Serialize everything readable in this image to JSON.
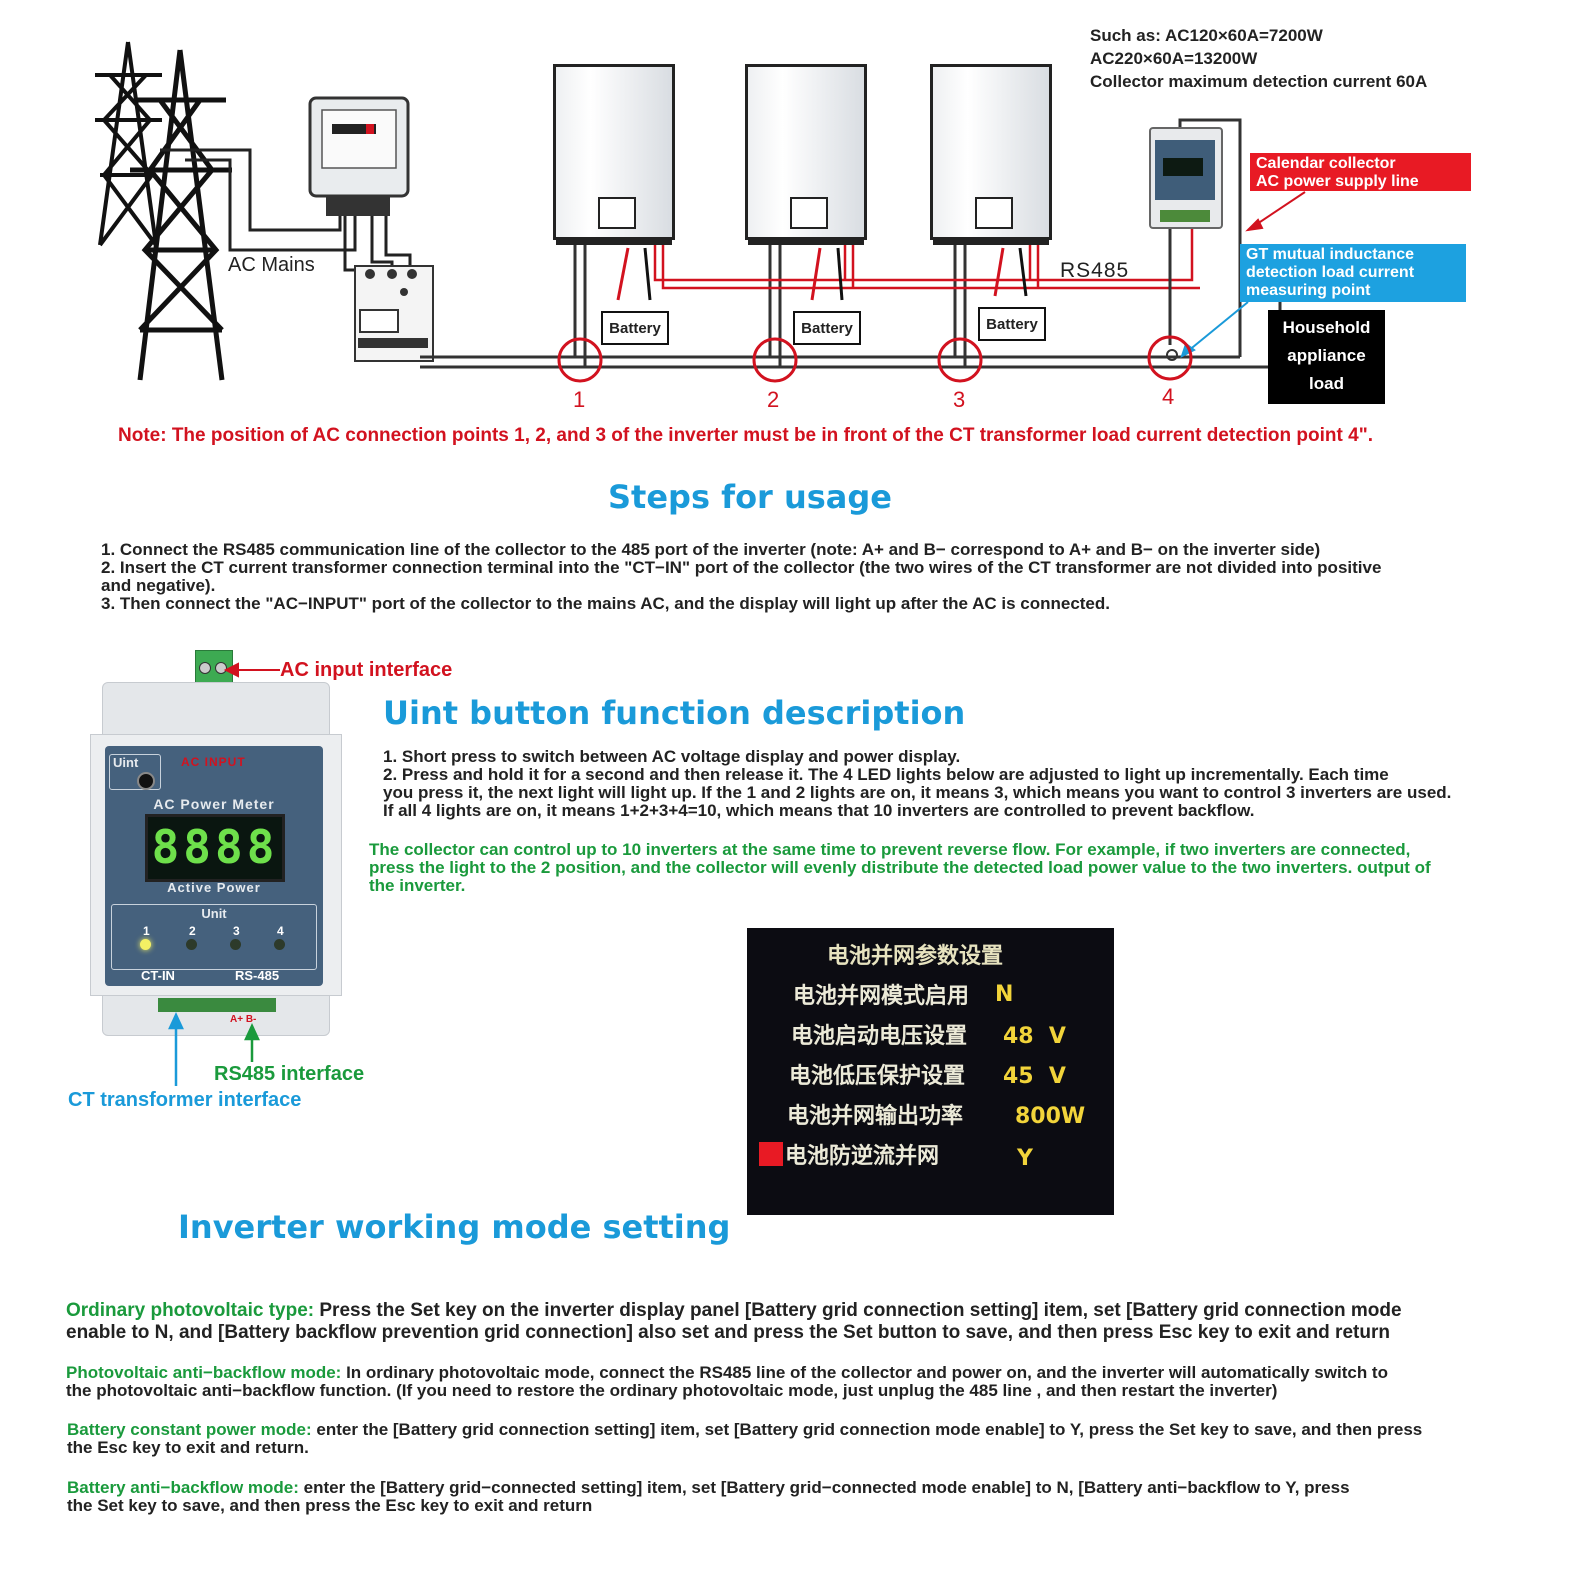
{
  "diagram": {
    "spec_lines": [
      "Such as: AC120×60A=7200W",
      "AC220×60A=13200W",
      "Collector maximum detection current 60A"
    ],
    "ac_mains": "AC Mains",
    "rs485_label": "RS485",
    "battery_label": "Battery",
    "points": [
      "1",
      "2",
      "3",
      "4"
    ],
    "red_box": [
      "Calendar collector",
      "AC power supply line"
    ],
    "blue_box": [
      "GT mutual inductance",
      "detection load current",
      "measuring point"
    ],
    "black_box": [
      "Household",
      "appliance",
      "load"
    ],
    "note": "Note: The position of AC connection points 1, 2, and 3 of the inverter must be in front of the CT transformer load current detection point 4\".",
    "colors": {
      "red": "#d2121f",
      "blue": "#1a9ad9",
      "green": "#1a9a3c",
      "black": "#000000"
    }
  },
  "steps": {
    "title": "Steps for usage",
    "items": [
      "1. Connect the RS485 communication line of the collector to the 485 port of the inverter (note: A+ and B− correspond to A+ and B− on the inverter side)",
      "2. Insert the CT current transformer connection terminal into the \"CT−IN\" port of the collector (the two wires of the CT transformer are not divided into positive",
      "and negative).",
      "3. Then connect the \"AC−INPUT\" port of the collector to the mains AC, and the display will light up after the AC is connected."
    ]
  },
  "device": {
    "ac_input_interface": "AC input interface",
    "rs485_interface": "RS485 interface",
    "ct_interface": "CT transformer interface",
    "panel_uint": "Uint",
    "panel_ac_input": "AC INPUT",
    "panel_title": "AC Power Meter",
    "display": "8888",
    "active_power": "Active Power",
    "unit": "Unit",
    "leds": [
      "1",
      "2",
      "3",
      "4"
    ],
    "ct_in": "CT-IN",
    "rs_485": "RS-485",
    "terminals": "A+ B-"
  },
  "uint_section": {
    "title": "Uint button function description",
    "lines": [
      "1. Short press to switch between AC voltage display and power display.",
      "2. Press and hold it for a second and then release it. The 4 LED lights below are adjusted to light up incrementally. Each time",
      "you press it, the next light will light up. If the 1 and 2 lights are on, it means 3, which means you want to control 3 inverters are used.",
      "If all 4 lights are on, it means 1+2+3+4=10, which means that 10 inverters are controlled to prevent backflow."
    ],
    "green_lines": [
      "The collector can control up to 10 inverters at the same time to prevent reverse flow. For example, if two inverters are connected,",
      "press the light to the 2 position, and the collector will evenly distribute the detected load power value to the two inverters. output of",
      "the inverter."
    ]
  },
  "lcd": {
    "title": "电池并网参数设置",
    "rows": [
      {
        "label": "电池并网模式启用",
        "value": "N"
      },
      {
        "label": "电池启动电压设置",
        "value": "48  V"
      },
      {
        "label": "电池低压保护设置",
        "value": "45  V"
      },
      {
        "label": "电池并网输出功率",
        "value": "800W"
      },
      {
        "label": "电池防逆流并网",
        "value": "Y"
      }
    ]
  },
  "modes": {
    "title": "Inverter working mode setting",
    "items": [
      {
        "label": "Ordinary photovoltaic type:",
        "text1": " Press the Set key on the inverter display panel [Battery grid connection setting] item, set [Battery grid connection mode",
        "text2": "enable to N, and [Battery backflow prevention grid connection] also set and press the Set button to save, and then press Esc key to exit and return"
      },
      {
        "label": "Photovoltaic anti−backflow mode:",
        "text1": " In ordinary photovoltaic mode, connect the RS485 line of the collector and power on, and the inverter will automatically switch to",
        "text2": "the photovoltaic anti−backflow function. (If you need to restore the ordinary photovoltaic mode, just unplug the 485 line , and then restart the inverter)"
      },
      {
        "label": "Battery constant power mode:",
        "text1": " enter the [Battery grid connection setting] item, set [Battery grid connection mode enable] to Y, press the Set key to save, and then press",
        "text2": "the Esc key to exit and return."
      },
      {
        "label": "Battery anti−backflow mode:",
        "text1": " enter the [Battery grid−connected setting] item, set [Battery grid−connected mode enable] to N, [Battery anti−backflow to Y, press",
        "text2": "the Set key to save, and then press the Esc key to exit and return"
      }
    ]
  }
}
